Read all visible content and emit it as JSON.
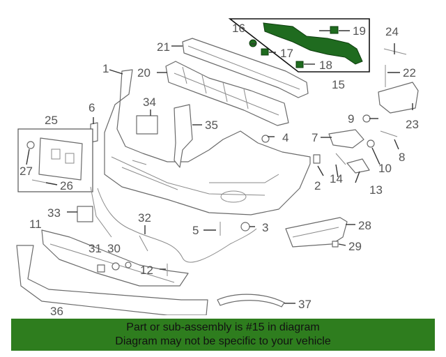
{
  "callouts": [
    "1",
    "2",
    "3",
    "4",
    "5",
    "6",
    "7",
    "8",
    "9",
    "10",
    "11",
    "12",
    "13",
    "14",
    "15",
    "16",
    "17",
    "18",
    "19",
    "20",
    "21",
    "22",
    "23",
    "24",
    "25",
    "26",
    "27",
    "28",
    "29",
    "30",
    "31",
    "32",
    "33",
    "34",
    "35",
    "36",
    "37"
  ],
  "highlight": {
    "part_number": "15",
    "color": "#2e7d1e"
  },
  "banner": {
    "line1": "Part or sub-assembly is #15 in diagram",
    "line2": "Diagram may not be specific to your vehicle"
  }
}
